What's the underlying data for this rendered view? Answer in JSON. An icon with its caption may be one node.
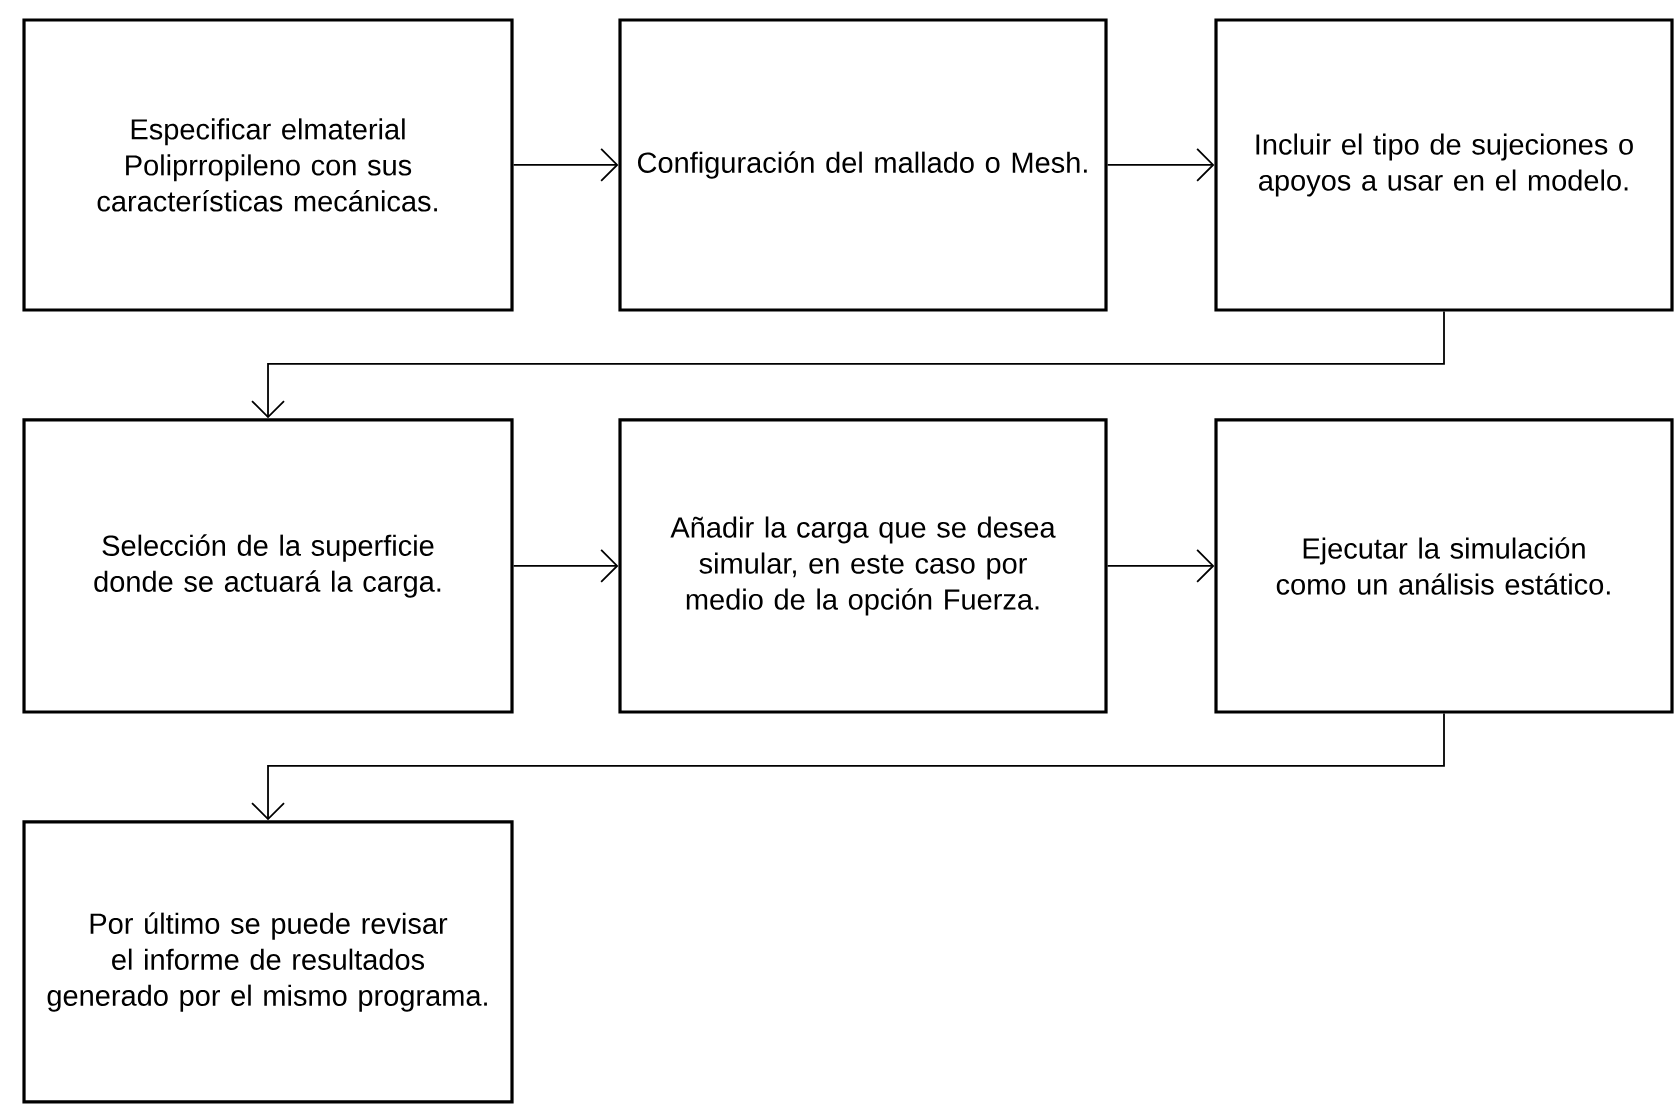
{
  "diagram": {
    "nodes": [
      {
        "text": [
          "Especificar elmaterial Poliprropileno con sus características mecánicas."
        ]
      },
      {
        "text": [
          "Configuración del mallado o Mesh."
        ]
      },
      {
        "text": [
          "Incluir el tipo de sujeciones o apoyos a usar en el modelo."
        ]
      },
      {
        "text": [
          "Selección de la superficie donde se actuará la carga."
        ]
      },
      {
        "text": [
          "Añadir la carga que se desea simular, en este caso por medio de la opción Fuerza."
        ]
      },
      {
        "text": [
          "Ejecutar la simulación como un análisis estático."
        ]
      },
      {
        "text": [
          "Por último se puede revisar el informe de resultados generado por el mismo programa."
        ]
      }
    ],
    "edges": [
      {
        "from": 0,
        "to": 1,
        "arrow": "to"
      },
      {
        "from": 1,
        "to": 2,
        "arrow": "to"
      },
      {
        "from": 2,
        "to": 3,
        "arrow": "to"
      },
      {
        "from": 3,
        "to": 4,
        "arrow": "to"
      },
      {
        "from": 4,
        "to": 5,
        "arrow": "to"
      },
      {
        "from": 5,
        "to": 6,
        "arrow": "to"
      }
    ]
  }
}
